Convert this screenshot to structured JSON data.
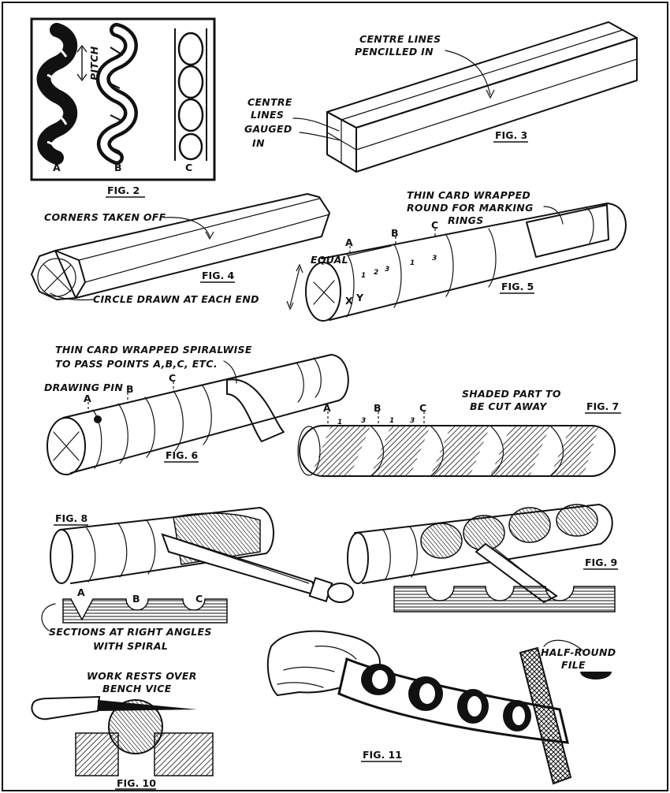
{
  "figures": {
    "fig2": {
      "caption": "FIG. 2",
      "pitch_label": "PITCH",
      "labels": [
        "A",
        "B",
        "C"
      ]
    },
    "fig3": {
      "caption": "FIG. 3",
      "centre_lines_pencilled": [
        "CENTRE LINES",
        "PENCILLED IN"
      ],
      "centre_lines_gauged": [
        "CENTRE",
        "LINES",
        "GAUGED",
        "IN"
      ]
    },
    "fig4": {
      "caption": "FIG. 4",
      "corners_label": "CORNERS TAKEN OFF",
      "circle_label": "CIRCLE DRAWN AT EACH END"
    },
    "fig5": {
      "caption": "FIG. 5",
      "card_label": [
        "THIN CARD WRAPPED",
        "ROUND FOR MARKING",
        "RINGS"
      ],
      "equal_label": "EQUAL",
      "points": [
        "A",
        "B",
        "C"
      ],
      "xy": [
        "X",
        "Y"
      ],
      "ring_numbers": [
        "1",
        "2",
        "3",
        "1",
        "3"
      ]
    },
    "fig6": {
      "caption": "FIG. 6",
      "card_label": [
        "THIN CARD WRAPPED SPIRALWISE",
        "TO PASS POINTS A,B,C, ETC."
      ],
      "pin_label": "DRAWING PIN",
      "points": [
        "A",
        "B",
        "C"
      ]
    },
    "fig7": {
      "caption": "FIG. 7",
      "shaded_label": [
        "SHADED PART TO",
        "BE CUT AWAY"
      ],
      "points": [
        "A",
        "B",
        "C"
      ],
      "numbers": [
        "1",
        "3",
        "1",
        "3"
      ]
    },
    "fig8": {
      "caption": "FIG. 8",
      "section_labels": [
        "A",
        "B",
        "C"
      ],
      "sections_label": [
        "SECTIONS AT RIGHT ANGLES",
        "WITH SPIRAL"
      ]
    },
    "fig9": {
      "caption": "FIG. 9"
    },
    "fig10": {
      "caption": "FIG. 10",
      "rest_label": [
        "WORK RESTS OVER",
        "BENCH VICE"
      ]
    },
    "fig11": {
      "caption": "FIG. 11",
      "file_label": [
        "HALF-ROUND",
        "FILE"
      ]
    }
  }
}
